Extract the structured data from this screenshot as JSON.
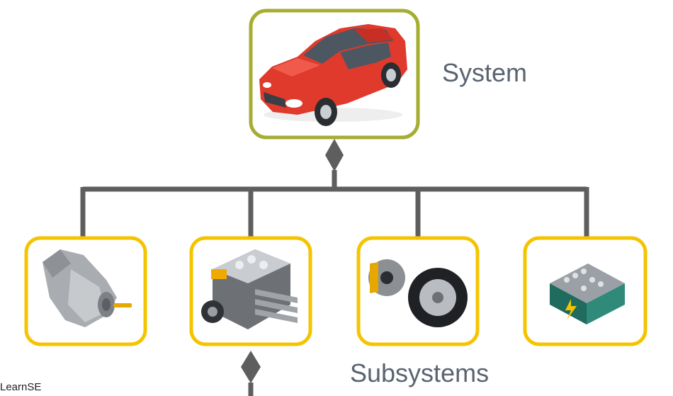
{
  "labels": {
    "system": "System",
    "subsystems": "Subsystems",
    "watermark": "LearnSE"
  },
  "nodes": {
    "system": {
      "icon": "car-icon"
    },
    "subsystems": [
      {
        "icon": "transmission-icon"
      },
      {
        "icon": "engine-icon"
      },
      {
        "icon": "brake-and-wheel-icon"
      },
      {
        "icon": "battery-icon"
      }
    ]
  },
  "colors": {
    "system_border": "#a5ad32",
    "subsystem_border": "#f5c400",
    "connector": "#5e5e5e",
    "car_body": "#e03a2d"
  }
}
